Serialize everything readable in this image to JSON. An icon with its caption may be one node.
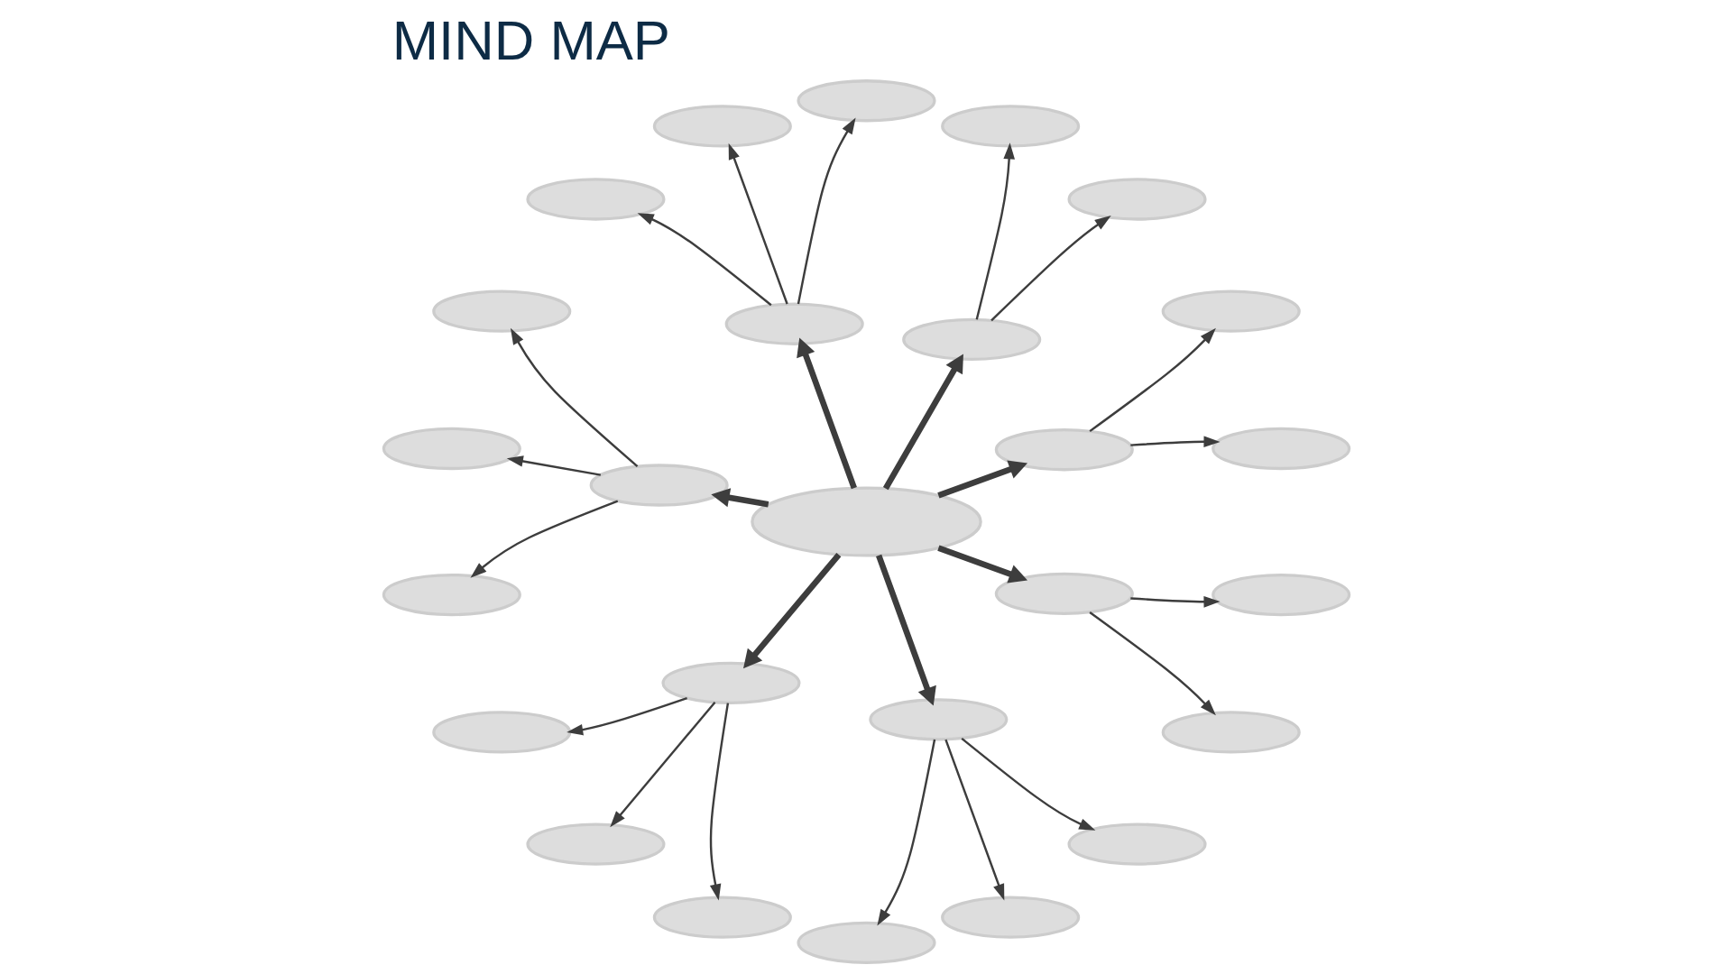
{
  "diagram": {
    "title": "MIND MAP",
    "nodes": [
      {
        "text": [],
        "shape": "ellipse"
      },
      {
        "text": [],
        "shape": "ellipse"
      },
      {
        "text": [],
        "shape": "ellipse"
      },
      {
        "text": [],
        "shape": "ellipse"
      },
      {
        "text": [],
        "shape": "ellipse"
      },
      {
        "text": [],
        "shape": "ellipse"
      },
      {
        "text": [],
        "shape": "ellipse"
      },
      {
        "text": [],
        "shape": "ellipse"
      },
      {
        "text": [],
        "shape": "ellipse"
      },
      {
        "text": [],
        "shape": "ellipse"
      },
      {
        "text": [],
        "shape": "ellipse"
      },
      {
        "text": [],
        "shape": "ellipse"
      },
      {
        "text": [],
        "shape": "ellipse"
      },
      {
        "text": [],
        "shape": "ellipse"
      },
      {
        "text": [],
        "shape": "ellipse"
      },
      {
        "text": [],
        "shape": "ellipse"
      },
      {
        "text": [],
        "shape": "ellipse"
      },
      {
        "text": [],
        "shape": "ellipse"
      },
      {
        "text": [],
        "shape": "ellipse"
      },
      {
        "text": [],
        "shape": "ellipse"
      },
      {
        "text": [],
        "shape": "ellipse"
      },
      {
        "text": [],
        "shape": "ellipse"
      },
      {
        "text": [],
        "shape": "ellipse"
      },
      {
        "text": [],
        "shape": "ellipse"
      },
      {
        "text": [],
        "shape": "ellipse"
      },
      {
        "text": [],
        "shape": "ellipse"
      }
    ],
    "edges": [
      {
        "from": 0,
        "to": 1,
        "arrow": "to",
        "style": "thick"
      },
      {
        "from": 0,
        "to": 2,
        "arrow": "to",
        "style": "thick"
      },
      {
        "from": 0,
        "to": 3,
        "arrow": "to",
        "style": "thick"
      },
      {
        "from": 0,
        "to": 4,
        "arrow": "to",
        "style": "thick"
      },
      {
        "from": 0,
        "to": 5,
        "arrow": "to",
        "style": "thick"
      },
      {
        "from": 0,
        "to": 6,
        "arrow": "to",
        "style": "thick"
      },
      {
        "from": 0,
        "to": 7,
        "arrow": "to",
        "style": "thick"
      },
      {
        "from": 1,
        "to": 8,
        "arrow": "to"
      },
      {
        "from": 1,
        "to": 9,
        "arrow": "to"
      },
      {
        "from": 2,
        "to": 10,
        "arrow": "to"
      },
      {
        "from": 2,
        "to": 11,
        "arrow": "to"
      },
      {
        "from": 3,
        "to": 12,
        "arrow": "to"
      },
      {
        "from": 3,
        "to": 13,
        "arrow": "to"
      },
      {
        "from": 3,
        "to": 14,
        "arrow": "to"
      },
      {
        "from": 4,
        "to": 15,
        "arrow": "to"
      },
      {
        "from": 4,
        "to": 16,
        "arrow": "to"
      },
      {
        "from": 4,
        "to": 17,
        "arrow": "to"
      },
      {
        "from": 5,
        "to": 18,
        "arrow": "to"
      },
      {
        "from": 5,
        "to": 19,
        "arrow": "to"
      },
      {
        "from": 5,
        "to": 20,
        "arrow": "to"
      },
      {
        "from": 6,
        "to": 21,
        "arrow": "to"
      },
      {
        "from": 6,
        "to": 22,
        "arrow": "to"
      },
      {
        "from": 6,
        "to": 23,
        "arrow": "to"
      },
      {
        "from": 7,
        "to": 24,
        "arrow": "to"
      },
      {
        "from": 7,
        "to": 25,
        "arrow": "to"
      }
    ]
  }
}
